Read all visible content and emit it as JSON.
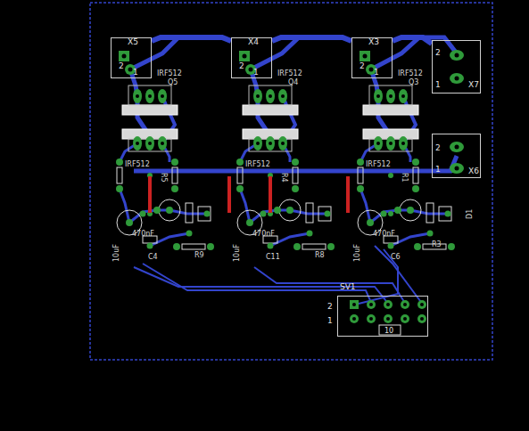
{
  "diagram": {
    "nodes": [
      {
        "text": [
          "X5",
          "2",
          "1"
        ]
      },
      {
        "text": [
          "X4",
          "2",
          "1"
        ]
      },
      {
        "text": [
          "X3",
          "2",
          "1"
        ]
      },
      {
        "text": [
          "X7",
          "1",
          "2"
        ]
      },
      {
        "text": [
          "X6",
          "2",
          "1"
        ]
      },
      {
        "text": [
          "SV1",
          "2",
          "1",
          "10"
        ]
      }
    ],
    "edges": [
      {
        "from": 0,
        "to": 1,
        "arrow": "none"
      },
      {
        "from": 1,
        "to": 2,
        "arrow": "none"
      },
      {
        "from": 2,
        "to": 3,
        "arrow": "none"
      }
    ],
    "labels": [
      "IRF512",
      "Q5",
      "IRF512",
      "Q4",
      "IRF512",
      "Q3",
      "IRF512",
      "IRF512",
      "IRF512",
      "R5",
      "R4",
      "R1",
      "10uF",
      "10uF",
      "10uF",
      "470nF",
      "470nF",
      "470nF",
      "C4",
      "C11",
      "C6",
      "R9",
      "R8",
      "R3",
      "D1"
    ]
  }
}
